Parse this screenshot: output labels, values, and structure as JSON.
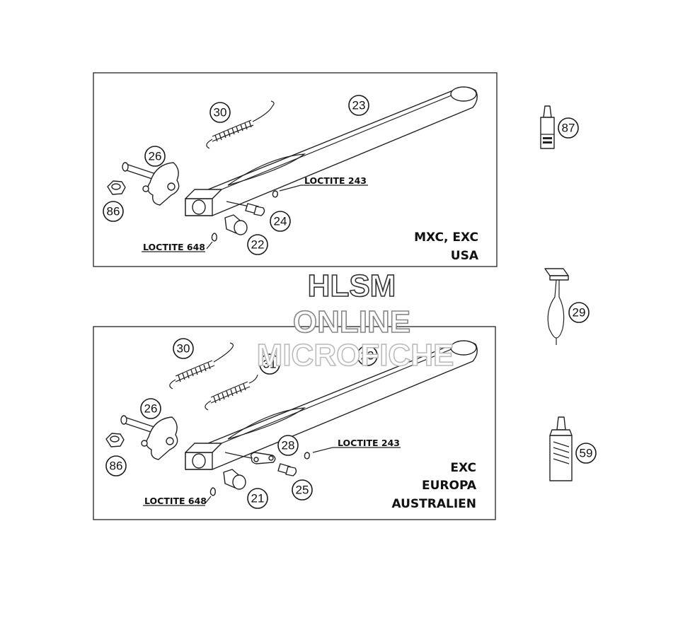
{
  "panels": {
    "top": {
      "variant_lines": [
        "MXC, EXC",
        "USA"
      ],
      "loctite_243": "LOCTITE 243",
      "loctite_648": "LOCTITE 648",
      "callouts": {
        "spring": "30",
        "stand": "23",
        "pivot": "26",
        "nut": "86",
        "bolt": "24",
        "bushing": "22"
      }
    },
    "bottom": {
      "variant_lines": [
        "EXC",
        "EUROPA",
        "AUSTRALIEN"
      ],
      "loctite_243": "LOCTITE 243",
      "loctite_648": "LOCTITE 648",
      "callouts": {
        "spring_a": "30",
        "spring_b": "31",
        "stand": "23",
        "pivot": "26",
        "nut": "86",
        "plate": "28",
        "bolt": "25",
        "bushing": "21"
      }
    }
  },
  "side_parts": {
    "loctite_bottle": "87",
    "spring_tool": "29",
    "grease_bottle": "59"
  },
  "watermark": {
    "line1": "HLSM",
    "line2": "ONLINE",
    "line3": "MICROFICHE",
    "colors": [
      "#333333",
      "#888888",
      "#bbbbbb"
    ]
  }
}
